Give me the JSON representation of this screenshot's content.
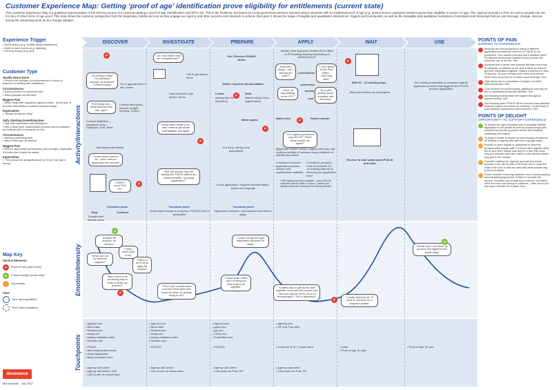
{
  "title": "Customer Experience Map: Getting ‘proof of age’ identification prove eligibility for entitlements (current state)",
  "intro": "This Customer Experience Map is a graphical representation of the service journey of a customer getting a ‘proof of age’ identification card (POA ID). This is the (fictitious, but based on a real government service) scenario where someone with no traditional proof of age (e.g. drivers licence, passport) needs to prove their eligibility in respect of age. The ‘Agency’ provides a POA ID card so people can use it in lieu of other forms of age proof. This map shows the customer perspective from the beginning, middle and end as they engage our Agency and other services and channels to achieve their goal. It shows the range of tangible and quantitative interactions, triggers and touchpoints, as well as the intangible and qualitative motivations, frustrations and meanings that we can leverage, change, improve during the solutioning work for the change initiative.",
  "left": {
    "trigger_heading": "Experience Trigger",
    "triggers": [
      "Need money (e.g. benefit, study entitlement)",
      "Want to save money (e.g. banking)",
      "Earning money (e.g. job)"
    ],
    "type_heading": "Customer Type",
    "nevillle_heading": "Neville Never-Done",
    "neville_text": "• Tends to be younger or inexperienced in terms of finances or dealing with institutions.",
    "circ1_heading": "Circumstances",
    "circ1_text": "• Doing process for someone else\n• Doing process for first time",
    "pain1_heading": "Biggest Pain",
    "pain1_text": "• Never dealt with regulatory agency before. Some fear of process and ability to achieve outcome easily",
    "exp1_heading": "Expectation",
    "exp1_text": "• “Please let this be easy”",
    "sally_heading": "Sally Starting-Something-New",
    "sally_text": "• Has had experience with institutions.\n• Has a clear goal, understands process but is frustrated by inefficiencies or pressure on her.",
    "circ2_heading": "Circumstances",
    "circ2_text": "• Starting something new\n• New to this type of process",
    "pain2_heading": "Biggest Pain",
    "pain2_text": "• Doesn’t appreciate bureaucracy and red-tape, especially if it looks like it could be easier.",
    "exp2_heading": "Expectation",
    "exp2_text": "• “This should be straightforward so I trust I can get it wrong”",
    "mapkey_heading": "Map Key",
    "service_elements": "Service Elements",
    "key_pain": "Point of Pain (didn’t work)",
    "key_delight": "Point of Delight (works well)",
    "key_opp": "Opportunity",
    "time_heading": "Time",
    "time_spent": "Time Spent (positive)",
    "time_taken": "Time Taken (negative)"
  },
  "stages": [
    "DISCOVER",
    "INVESTIGATE",
    "PREPARE",
    "APPLY",
    "WAIT",
    "USE"
  ],
  "row_labels": [
    "Activity/Interactions",
    "Emotion/Intensity",
    "Touchpoints"
  ],
  "discover": {
    "b1": "“I’m having a baby” “I’m starting to manage my finances” “I want to study”",
    "n1": "Go to agency.com for info, forms",
    "b2": "“First things first – What financial help can I get?”",
    "n2": "Contact third-party – plunket, budget services, Sorted",
    "n3": "Contact institution – regulatory body – Employer, Govt, Bank",
    "n4": "Ask friends and family",
    "b3": "“I know what I need to do – now I need to apply/open the account”",
    "b4": "“CRAP! I need POA ID!”",
    "stop": "Stop",
    "stop_sub": "Consider other financial options",
    "continue": "Continue",
    "transition": "Transition point:"
  },
  "investigate": {
    "b1": "“OK, now what? How do I complete this?”",
    "n1": "Call to get advice, forms",
    "n2": "Visit a branch to get advice, forms",
    "b2": "“I know what I need to do – now I need to get all the stuff together and apply”",
    "b3": "“But I do wonder how not having this POA ID affects my current benefits / my study application?”",
    "transition": "Transition point:",
    "t_text": "Understand enough to progress, POA001 form is accessible"
  },
  "prepare": {
    "n1": "Get / Receive POA001 forms",
    "n2": "Gather required documentation",
    "n3": "Locate",
    "n3b": "(Already have the information)",
    "n4": "Seek",
    "n4b": "(Need to access it from original source)",
    "n5": "Make copies",
    "n6": "At a shop, library (cost associated)",
    "n7": "Check application, required documentation, copies and originals",
    "transition": "Transition point:",
    "t_text": "Paperwork complete, circumstance and time to apply"
  },
  "apply": {
    "n1": "Identify ‘best’ Approved Verifier (Post Office or GP Building Society) depending on assessment of:",
    "k1": "convenience",
    "k2": "preference",
    "k3": "access",
    "k4": "cost",
    "b1": "“What am I doing – can I still test the ‘wait’?”",
    "b2": "“I have going to the Post Office – such long lines”",
    "b3": "“Hmm, all day parking at the GP?”",
    "b4": "“It’s a pain getting up the escalator with the pram”",
    "n2": "Wait in line",
    "n3": "Reach counter",
    "b5": "“Oh! Urgency process is only $21.95!” “How? What should I do again?”",
    "n4": "[Approved Verifier checks original and copy, and confirms identity of customer using evidence of identity document]",
    "n5": "If evidence incorrect application process ceases until requirements satisfied",
    "n6": "If evidence accepted POA ID provided 10 – 14 working days of us receiving the application form*",
    "n7": "* NB: Urgency process available – cost of $21.95, customer have ID within 24 hours. Criterion are already assessed; missing out on Sunday Benefit"
  },
  "wait": {
    "n1": "Wait 10 – 14 working days.",
    "n2": "May call to follow-up on progress",
    "n3": "Receive in mail wallet-sized POA ID and letter"
  },
  "use": {
    "n1": "Use identity credentials to complete original application process that triggered the POA ID process application"
  },
  "emotion": {
    "e1": "“Excited! Bit anxious, bit nervous”",
    "e2": "“What can I do for financial support?”",
    "e3": "“I think I know what to do”",
    "e4": "“There’s a lot to do to apply for support”",
    "e5": "“Now I have to do something else in order to finish my process!”",
    "e6": "“This is like a whole extra process! What does that mean for what I’m already trying to do?”",
    "e7": "“I know what I need and I’m doing my best to get it all together”",
    "e8": "“I hope I’ve got the right information because I’m ready”",
    "e9": "“It takes days to get all the stuff together, come into the counter and I still won’t get the ID for 10 to 14 working days?! This is ridiculous!”",
    "e10": "“I really need that ID, I’ll have to call them for a progress update”",
    "e11": "“Great! Now I can finish my process that triggered this whole thing”"
  },
  "touchpoints": {
    "c1": [
      [
        "agency.com",
        "Bank sites",
        "Plunket.com",
        "study.com",
        "tertiary institution sites",
        "benefits.com"
      ],
      [
        "POA01",
        "New employment forms",
        "Grant Application",
        "Bank enrolment form"
      ],
      [
        "Agency call centre",
        "Agency call centre / IVR",
        "Call Centre for above sites"
      ]
    ],
    "c2": [
      [
        "agency.com",
        "Bank sites",
        "Plunket.com",
        "study.com",
        "tertiary institution sites",
        "benefits.com"
      ],
      [
        "POA126"
      ],
      [
        "Agency call centre",
        "Call Centre for above sites"
      ]
    ],
    "c3": [
      [
        "agency.com",
        "gpbs.com",
        "gp.com",
        "LTAA.com",
        "PostOffice.com"
      ],
      [
        "POA126"
      ],
      [
        "Agency call centre",
        "Call centre for Post, GP"
      ]
    ],
    "c4": [
      [
        "agency.com",
        "GP and Post sites"
      ],
      [
        "Evidence of ID + copies docs"
      ],
      [
        "Agency call centre",
        "Call centre for Post, GP"
      ]
    ],
    "c5": [
      [],
      [
        "Letter",
        "Proof of Age ID card"
      ],
      []
    ],
    "c6": [
      [],
      [
        "Proof of Age ID card"
      ],
      []
    ]
  },
  "right": {
    "pain_heading": "POINTS OF PAIN",
    "pain_sub": "BARRIER TO EXPERIENCE",
    "pains": [
      "Because the first touchpoint is about a different application process the need for a POA ID is not prominent. This causes real pain and frustration when it’s discovered because instead of one process the customer has to do two. See",
      "Annoyed that a whole new process will take more time to complete, in addition to the time it takes for them to get their information together. Makes a real dent in view of Agency: ‘It’s just red tape and I need that money!’ When they know they’re on track could leverage. See",
      "High stress due to importance of papers not often referenced/used. See",
      "Cost incurred for photocopying, additional cost may be due to accessing photocopy facilities. See",
      "Not knowing exactly what will happen throughout causes anxiety. See",
      "Not knowing when POA ID will be received has potential financial impact and stress on customer. Could result in calls seeking reassurance and resolution. See"
    ],
    "delight_heading": "POINTS OF DELIGHT",
    "delight_sub": "OPPORTUNITY TO SUPPORT EXPERIENCE",
    "delights": [
      "To ensure the right education info is available identify application touch-points as well as popular blogs (and similar) that provide proactive advice and situation-contextual information.",
      "To make it easier to decide on best location provide list of Verifiers in Agency site with link to google maps.",
      "Provide in-store visuals or pamphlets to describe process while people wait. For those who urgently need the ID and don’t realise until they’re in line this could help pre-educate them and relieve some anxiety before they get to the counter.",
      "Consider making the ‘urgency’ process the actual process. If we can do this in 24 hours and it costs $12 what is the cost of calls we deal with when people ring to find out status.",
      "Could consider removing customer cost of photocopying and subsidising Approved Verifiers to provide the service. Goodwill cost to Agency is minimal, but stress relief and real cost saving to customer – after all it’s use that says it should be in paper form."
    ]
  },
  "logo": "desonance",
  "author": "Mel Edwards . July 2012",
  "colors": {
    "pain": "#e53b2e",
    "delight": "#7cc242",
    "opportunity": "#f2a33a",
    "accent": "#1f4e9c"
  }
}
